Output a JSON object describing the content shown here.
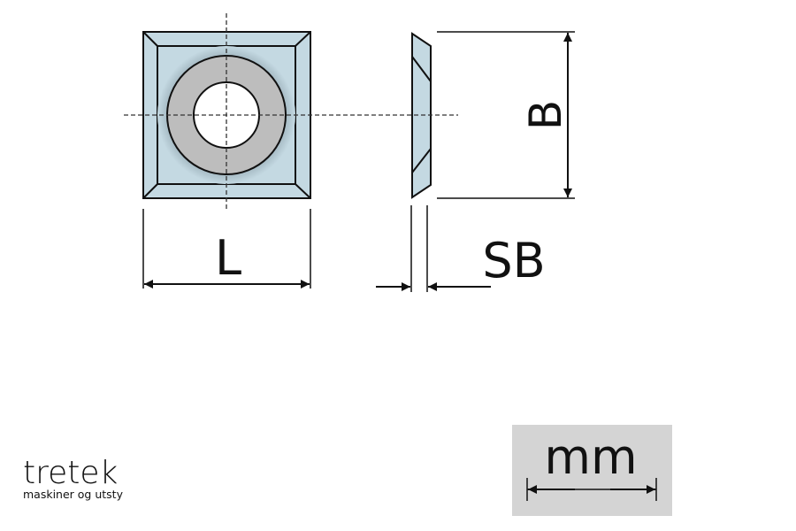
{
  "labels": {
    "length": "L",
    "width": "B",
    "thickness": "SB",
    "unit": "mm"
  },
  "logo": {
    "name": "tretek",
    "tagline": "maskiner og utstyr"
  },
  "colors": {
    "insert_fill": "#c4d9e2",
    "ring_fill": "#bdbdbd",
    "unit_box": "#d4d4d4",
    "line": "#111111"
  }
}
